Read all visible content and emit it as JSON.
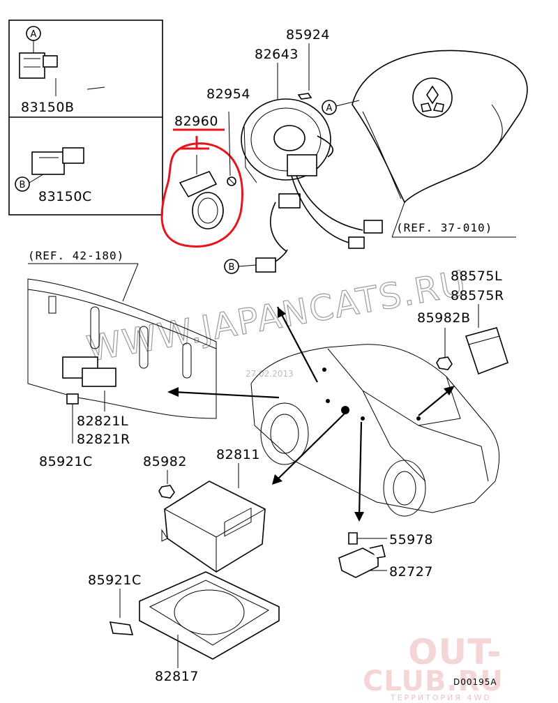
{
  "parts": {
    "p83150B": "83150B",
    "p83150C": "83150C",
    "p82960": "82960",
    "p82954": "82954",
    "p85924": "85924",
    "p82643": "82643",
    "p88575L": "88575L",
    "p88575R": "88575R",
    "p85982B": "85982B",
    "p82821L": "82821L",
    "p82821R": "82821R",
    "p85921C_a": "85921C",
    "p85982": "85982",
    "p82811": "82811",
    "p55978": "55978",
    "p82727": "82727",
    "p85921C_b": "85921C",
    "p82817": "82817"
  },
  "references": {
    "ref37": "(REF. 37-010)",
    "ref42": "(REF. 42-180)"
  },
  "callouts": {
    "A": "A",
    "B": "B"
  },
  "watermark": {
    "site": "WWW.JAPANCATS.RU",
    "date": "27.02.2013"
  },
  "logo": {
    "line1": "OUT-",
    "line2": "CLUB.RU",
    "tagline": "ТЕРРИТОРИЯ 4WD"
  },
  "diagram_code": "D00195A",
  "colors": {
    "highlight": "#e8141c",
    "logo": "#f4d6d6"
  }
}
